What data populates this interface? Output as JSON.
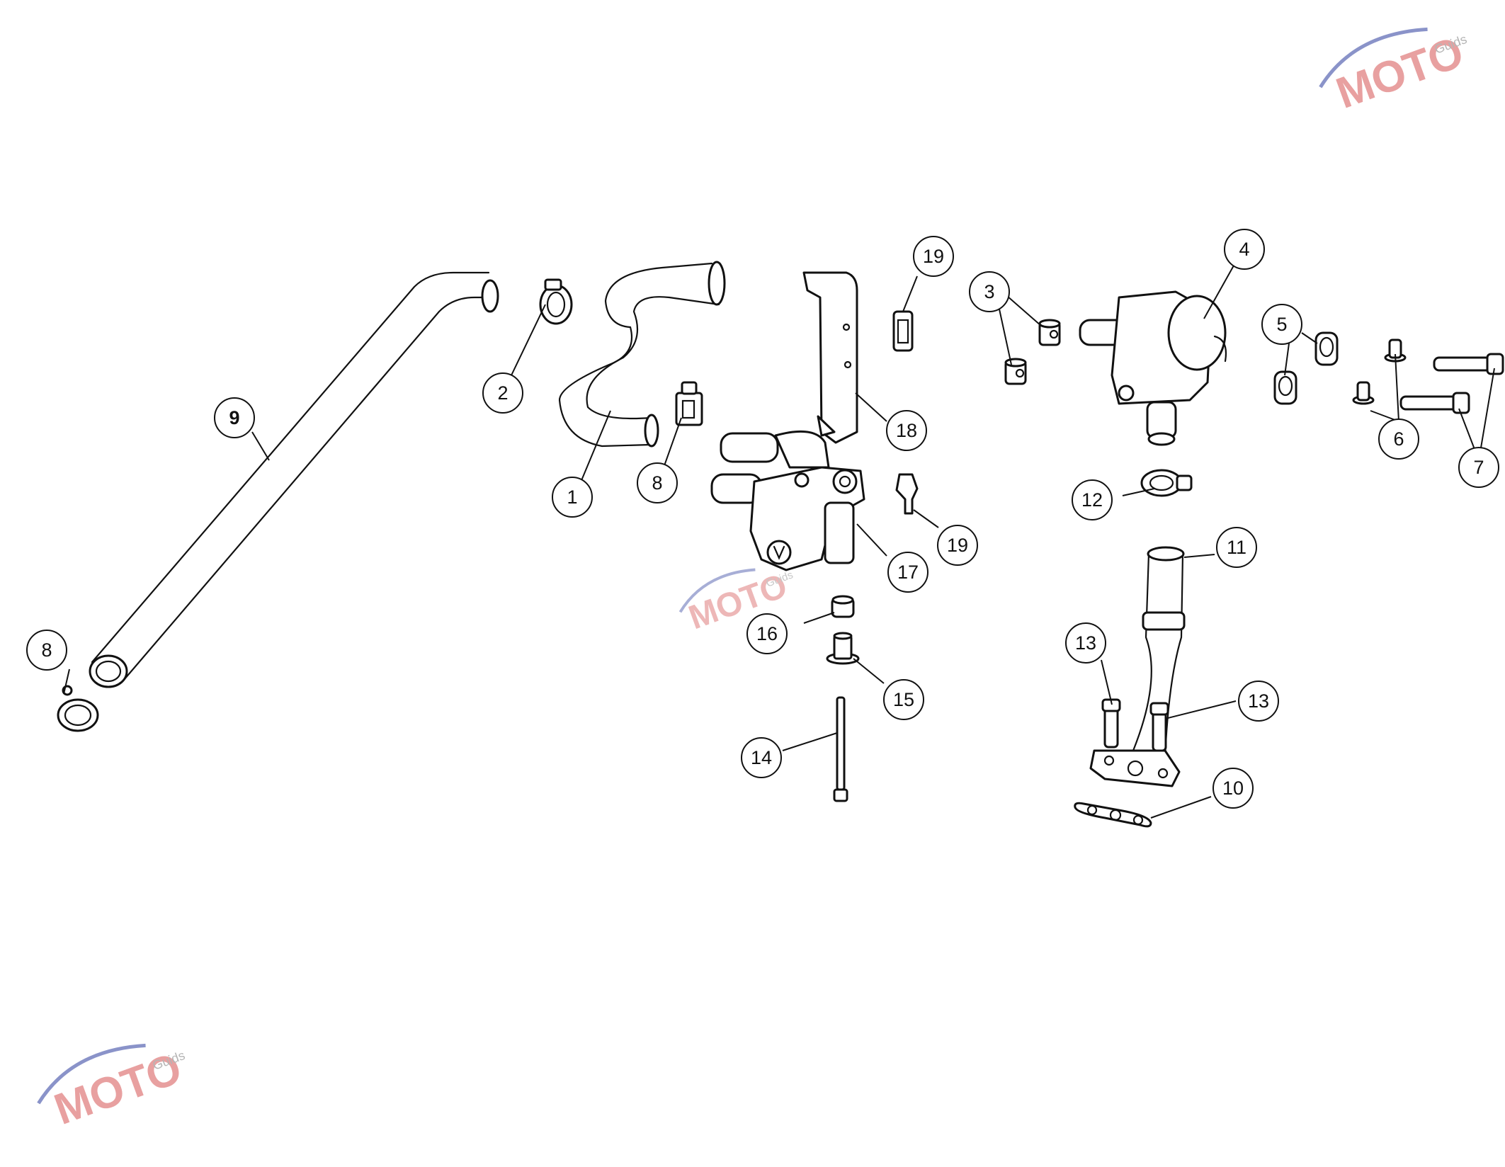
{
  "callouts": {
    "c1": "1",
    "c2": "2",
    "c3": "3",
    "c4": "4",
    "c5": "5",
    "c6": "6",
    "c7": "7",
    "c8a": "8",
    "c8b": "8",
    "c9": "9",
    "c10": "10",
    "c11": "11",
    "c12": "12",
    "c13a": "13",
    "c13b": "13",
    "c14": "14",
    "c15": "15",
    "c16": "16",
    "c17": "17",
    "c18": "18",
    "c19a": "19",
    "c19b": "19"
  },
  "watermark": {
    "brand": "MOTO",
    "sub": "Guids",
    "colors": {
      "red": "#e8a0a0",
      "grey": "#b5b5b5",
      "blue": "#8a93c9"
    }
  }
}
